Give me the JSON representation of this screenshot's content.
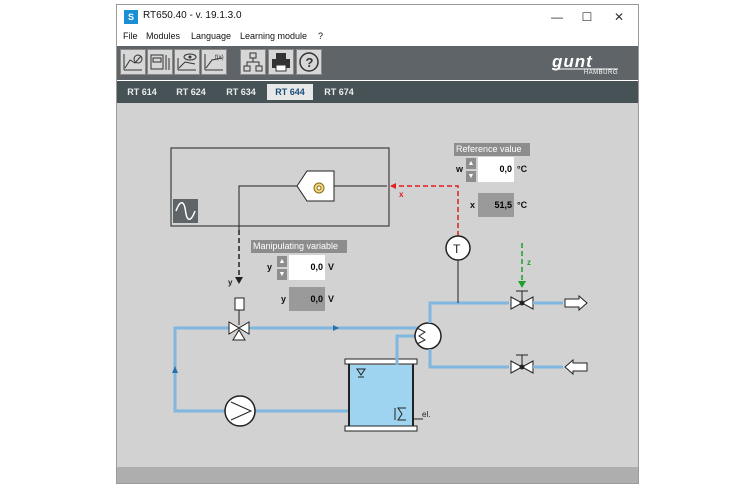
{
  "window": {
    "title": "RT650.40 - v. 19.1.3.0",
    "icon_letter": "S",
    "controls": {
      "minimize": "—",
      "maximize": "☐",
      "close": "✕"
    }
  },
  "menu": [
    "File",
    "Modules",
    "Language",
    "Learning module",
    "?"
  ],
  "toolbar": {
    "buttons": [
      "time-chart-icon",
      "controller-icon",
      "view-icon",
      "function-chart-icon",
      "network-icon",
      "print-icon",
      "help-icon"
    ],
    "logo_text": "gunt",
    "logo_sub": "HAMBURG"
  },
  "tabs": [
    "RT 614",
    "RT 624",
    "RT 634",
    "RT 644",
    "RT 674"
  ],
  "active_tab": "RT 644",
  "reference": {
    "title": "Reference value",
    "w_label": "w",
    "w_value": "0,0",
    "w_unit": "°C",
    "x_label": "x",
    "x_value": "51,5",
    "x_unit": "°C"
  },
  "manipulating": {
    "title": "Manipulating variable",
    "y_label": "y",
    "y_value": "0,0",
    "y_unit": "V",
    "y2_label": "y",
    "y2_value": "0,0",
    "y2_unit": "V"
  },
  "diagram": {
    "x_signal": "x",
    "y_signal": "y",
    "z_signal": "z",
    "temp_sensor": "T",
    "heater_label": "el."
  },
  "colors": {
    "toolbar_bg": "#5e6467",
    "tab_bg": "#475257",
    "workspace_bg": "#d2d2d2",
    "pipe": "#7fb7e0",
    "water": "#9ed4f0",
    "red_signal": "#e02020",
    "green_signal": "#1ea030"
  }
}
